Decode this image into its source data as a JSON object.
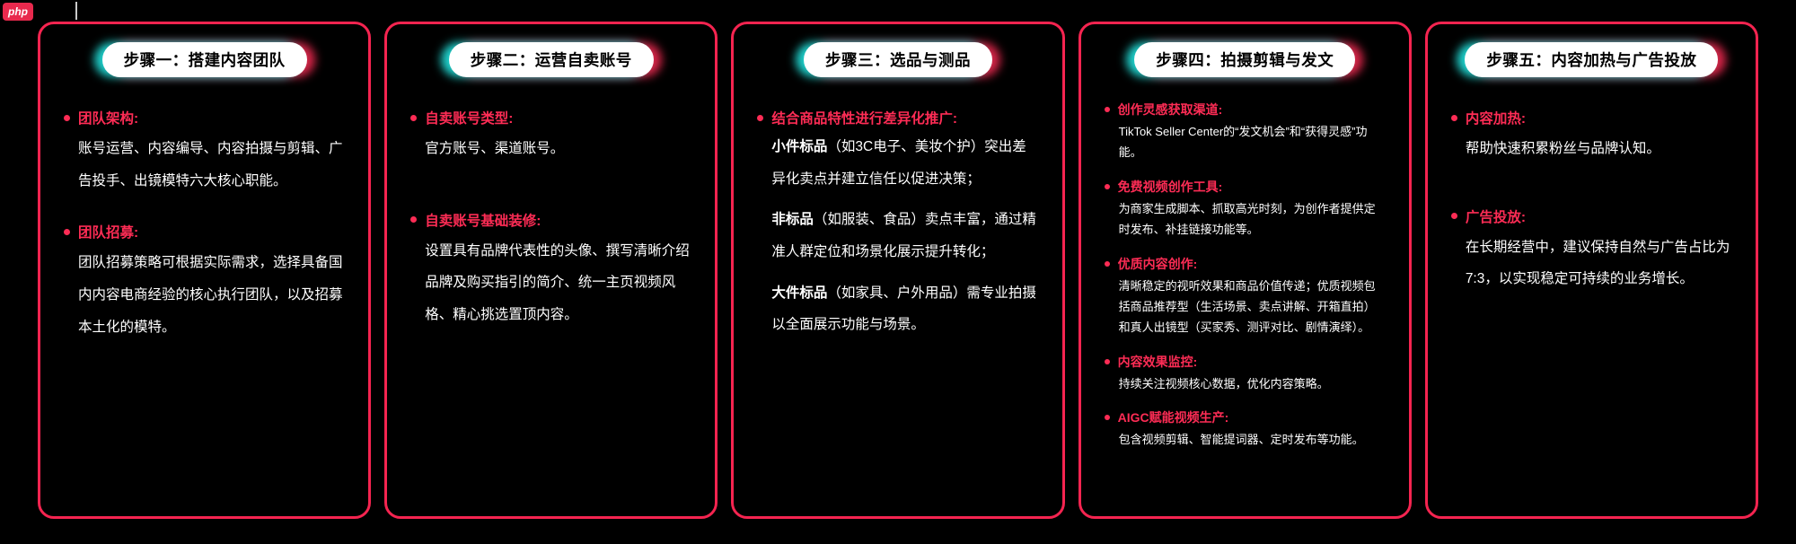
{
  "logo": {
    "text": "php"
  },
  "theme": {
    "background": "#000000",
    "card_border": "#f52450",
    "accent_red": "#fe2c55",
    "accent_cyan": "#25f4ee",
    "pill_bg": "#ffffff",
    "pill_text": "#000000",
    "body_text": "#ffffff"
  },
  "cards": [
    {
      "title": "步骤一：搭建内容团队",
      "sections": [
        {
          "heading": "团队架构:",
          "body": "账号运营、内容编导、内容拍摄与剪辑、广告投手、出镜模特六大核心职能。"
        },
        {
          "heading": "团队招募:",
          "body": "团队招募策略可根据实际需求，选择具备国内内容电商经验的核心执行团队，以及招募本土化的模特。"
        }
      ]
    },
    {
      "title": "步骤二：运营自卖账号",
      "sections": [
        {
          "heading": "自卖账号类型:",
          "body": "官方账号、渠道账号。"
        },
        {
          "heading": "自卖账号基础装修:",
          "body": "设置具有品牌代表性的头像、撰写清晰介绍品牌及购买指引的简介、统一主页视频风格、精心挑选置顶内容。"
        }
      ]
    },
    {
      "title": "步骤三：选品与测品",
      "sections": [
        {
          "heading": "结合商品特性进行差异化推广:",
          "paragraphs": [
            {
              "lead": "小件标品",
              "rest": "（如3C电子、美妆个护）突出差异化卖点并建立信任以促进决策；"
            },
            {
              "lead": "非标品",
              "rest": "（如服装、食品）卖点丰富，通过精准人群定位和场景化展示提升转化；"
            },
            {
              "lead": "大件标品",
              "rest": "（如家具、户外用品）需专业拍摄以全面展示功能与场景。"
            }
          ]
        }
      ]
    },
    {
      "title": "步骤四：拍摄剪辑与发文",
      "sections": [
        {
          "heading": "创作灵感获取渠道:",
          "body": "TikTok Seller Center的“发文机会”和“获得灵感”功能。"
        },
        {
          "heading": "免费视频创作工具:",
          "body": "为商家生成脚本、抓取高光时刻，为创作者提供定时发布、补挂链接功能等。"
        },
        {
          "heading": "优质内容创作:",
          "body": "清晰稳定的视听效果和商品价值传递；优质视频包括商品推荐型（生活场景、卖点讲解、开箱直拍）和真人出镜型（买家秀、测评对比、剧情演绎）。"
        },
        {
          "heading": "内容效果监控:",
          "body": "持续关注视频核心数据，优化内容策略。"
        },
        {
          "heading": "AIGC赋能视频生产:",
          "body": "包含视频剪辑、智能提词器、定时发布等功能。"
        }
      ]
    },
    {
      "title": "步骤五：内容加热与广告投放",
      "sections": [
        {
          "heading": "内容加热:",
          "body": "帮助快速积累粉丝与品牌认知。"
        },
        {
          "heading": "广告投放:",
          "body": "在长期经营中，建议保持自然与广告占比为7:3，以实现稳定可持续的业务增长。"
        }
      ]
    }
  ]
}
